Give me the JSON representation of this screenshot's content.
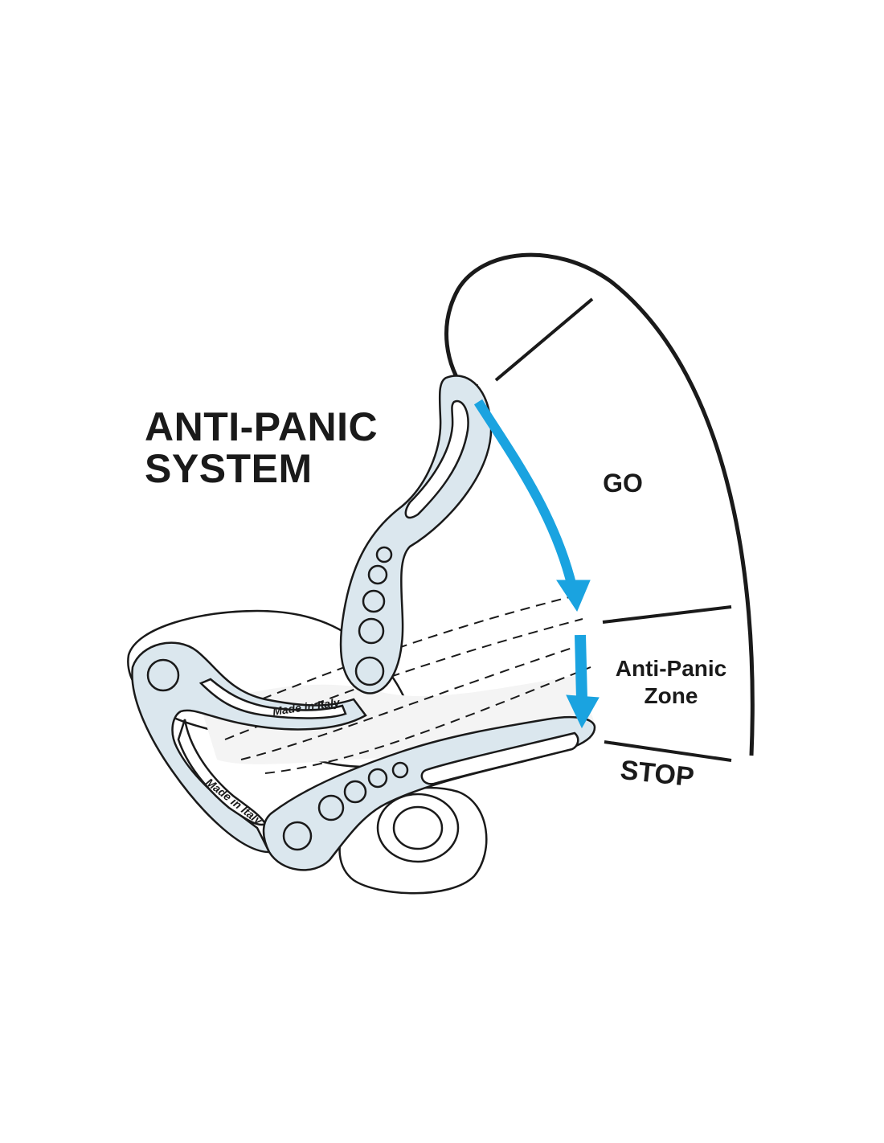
{
  "diagram": {
    "title_line1": "ANTI-PANIC",
    "title_line2": "SYSTEM",
    "zones": {
      "go": "GO",
      "anti_panic_line1": "Anti-Panic",
      "anti_panic_line2": "Zone",
      "stop": "STOP"
    },
    "engraving_top": "Made in Italy",
    "engraving_bottom": "Made in Italy"
  },
  "colors": {
    "device_fill": "#dbe7ee",
    "outline": "#1a1a1a",
    "arrow_blue": "#1aa3e0",
    "rope_fill": "#f4f4f4"
  }
}
